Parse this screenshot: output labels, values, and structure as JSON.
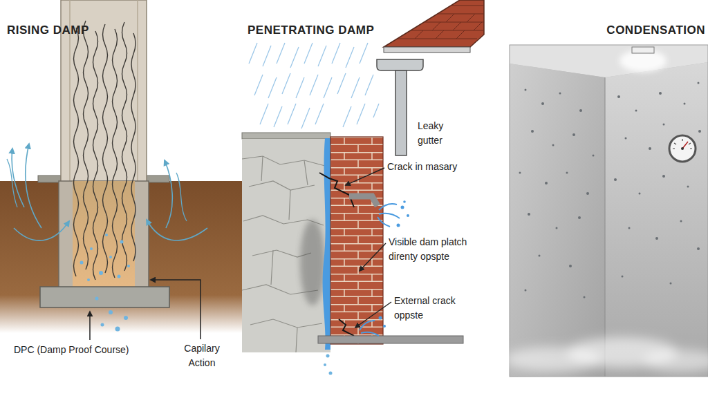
{
  "diagram": {
    "nodes": [
      {
        "text": [
          "CONDENSATION"
        ]
      }
    ],
    "labels": [
      "RISING DAMP",
      "PENETRATING DAMP",
      "Leaky gutter",
      "Crack in masary",
      "Visible dam platch direnty opspte",
      "External crack oppste",
      "DPC (Damp Proof Course)",
      "Capilary Action"
    ]
  }
}
